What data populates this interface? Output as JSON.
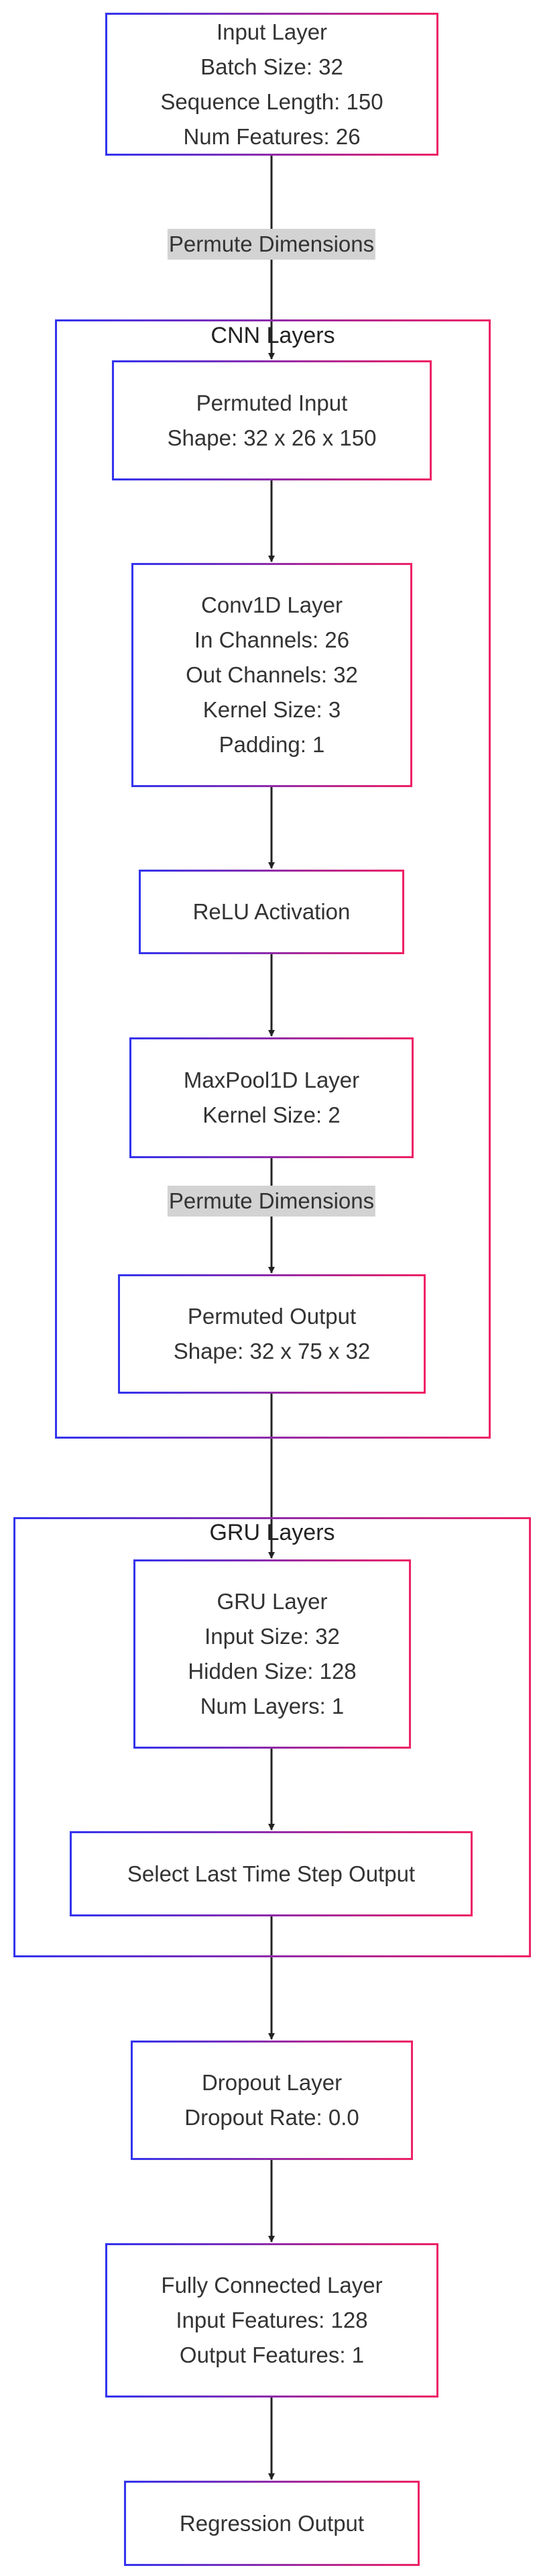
{
  "colors": {
    "border_start": "#3333ee",
    "border_end": "#ee2266",
    "edge": "#222222",
    "edge_label_bg": "#d3d3d3"
  },
  "clusters": {
    "cnn": {
      "title": "CNN Layers"
    },
    "gru": {
      "title": "GRU Layers"
    }
  },
  "nodes": {
    "input_layer": {
      "lines": [
        "Input Layer",
        "Batch Size: 32",
        "Sequence Length: 150",
        "Num Features: 26"
      ]
    },
    "permuted_input": {
      "lines": [
        "Permuted Input",
        "Shape: 32 x 26 x 150"
      ]
    },
    "conv1d": {
      "lines": [
        "Conv1D Layer",
        "In Channels: 26",
        "Out Channels: 32",
        "Kernel Size: 3",
        "Padding: 1"
      ]
    },
    "relu": {
      "lines": [
        "ReLU Activation"
      ]
    },
    "maxpool": {
      "lines": [
        "MaxPool1D Layer",
        "Kernel Size: 2"
      ]
    },
    "permuted_output": {
      "lines": [
        "Permuted Output",
        "Shape: 32 x 75 x 32"
      ]
    },
    "gru_layer": {
      "lines": [
        "GRU Layer",
        "Input Size: 32",
        "Hidden Size: 128",
        "Num Layers: 1"
      ]
    },
    "select_last": {
      "lines": [
        "Select Last Time Step Output"
      ]
    },
    "dropout": {
      "lines": [
        "Dropout Layer",
        "Dropout Rate: 0.0"
      ]
    },
    "fc": {
      "lines": [
        "Fully Connected Layer",
        "Input Features: 128",
        "Output Features: 1"
      ]
    },
    "regression": {
      "lines": [
        "Regression Output"
      ]
    }
  },
  "edges": [
    {
      "from": "input_layer",
      "to": "permuted_input",
      "label": "Permute Dimensions"
    },
    {
      "from": "permuted_input",
      "to": "conv1d",
      "label": ""
    },
    {
      "from": "conv1d",
      "to": "relu",
      "label": ""
    },
    {
      "from": "relu",
      "to": "maxpool",
      "label": ""
    },
    {
      "from": "maxpool",
      "to": "permuted_output",
      "label": "Permute Dimensions"
    },
    {
      "from": "permuted_output",
      "to": "gru_layer",
      "label": ""
    },
    {
      "from": "gru_layer",
      "to": "select_last",
      "label": ""
    },
    {
      "from": "select_last",
      "to": "dropout",
      "label": ""
    },
    {
      "from": "dropout",
      "to": "fc",
      "label": ""
    },
    {
      "from": "fc",
      "to": "regression",
      "label": ""
    }
  ]
}
